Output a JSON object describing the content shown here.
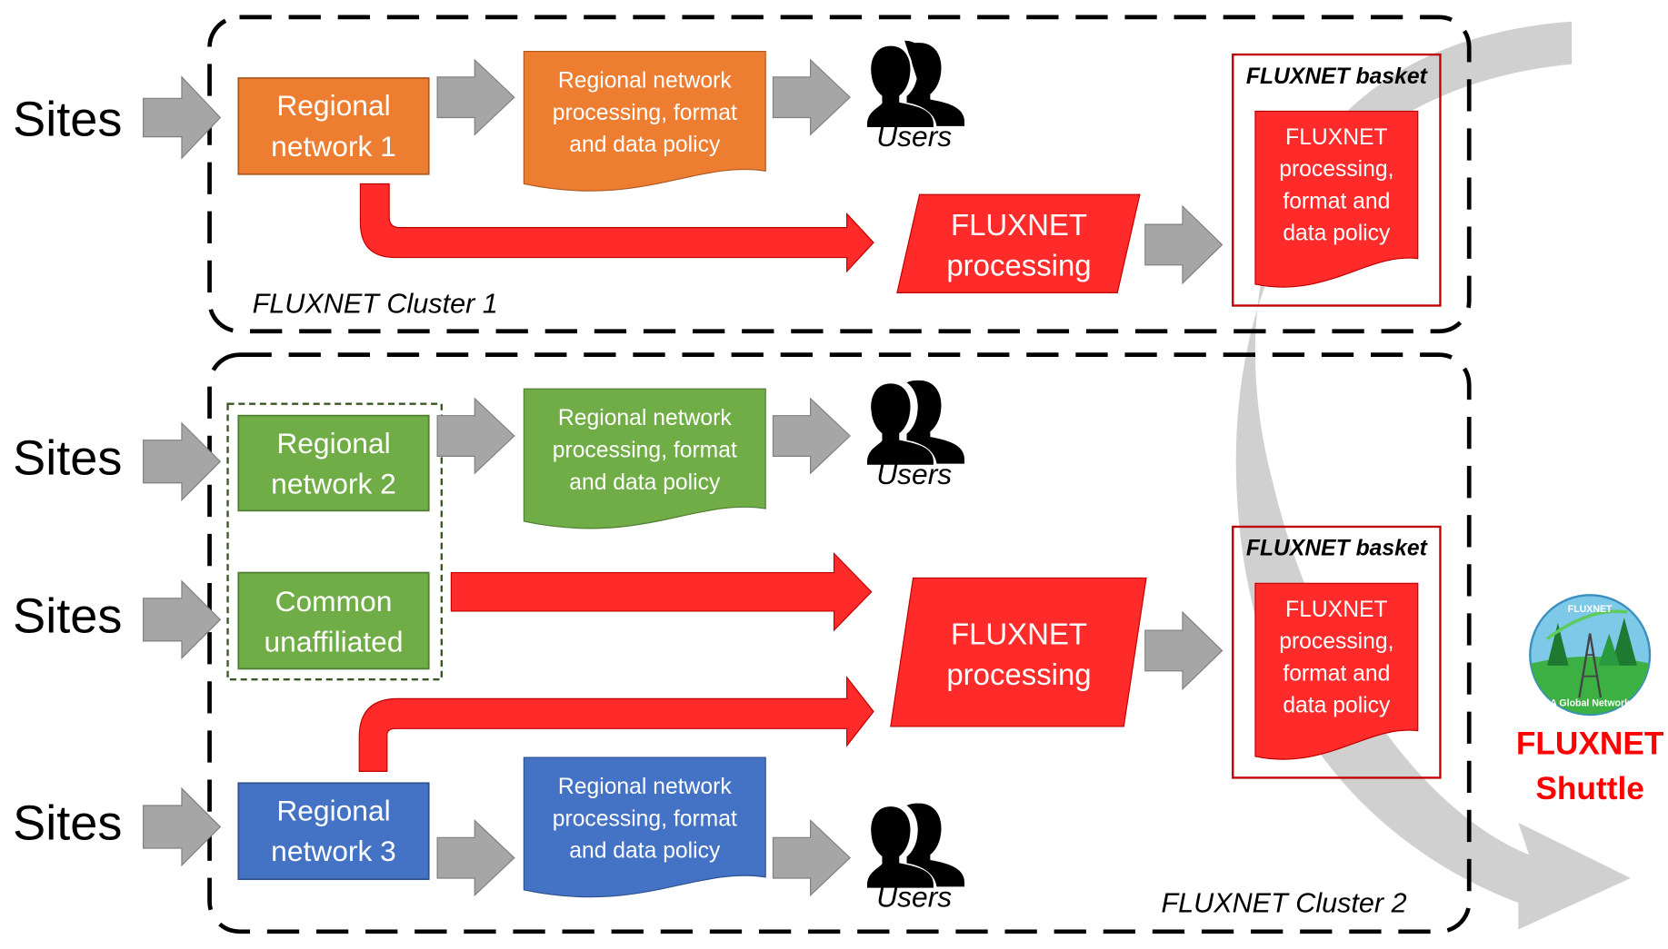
{
  "diagram": {
    "colors": {
      "orange": "#ed7d31",
      "green": "#70ad47",
      "blue": "#4472c4",
      "red": "#ff2a2a",
      "gray_arrow": "#a6a6a6",
      "shuttle_gray": "#d0d0d0",
      "shuttle_text": "#ff0000"
    },
    "sites_label": "Sites",
    "users_label": "Users",
    "cluster1": {
      "label": "FLUXNET Cluster 1",
      "network": {
        "line1": "Regional",
        "line2": "network 1"
      },
      "doc": {
        "line1": "Regional network",
        "line2": "processing, format",
        "line3": "and data policy"
      },
      "processing": {
        "line1": "FLUXNET",
        "line2": "processing"
      },
      "basket": {
        "title": "FLUXNET basket",
        "line1": "FLUXNET",
        "line2": "processing,",
        "line3": "format and",
        "line4": "data policy"
      }
    },
    "cluster2": {
      "label": "FLUXNET Cluster 2",
      "network2": {
        "line1": "Regional",
        "line2": "network 2"
      },
      "common": {
        "line1": "Common",
        "line2": "unaffiliated"
      },
      "network3": {
        "line1": "Regional",
        "line2": "network 3"
      },
      "doc2": {
        "line1": "Regional network",
        "line2": "processing, format",
        "line3": "and data policy"
      },
      "doc3": {
        "line1": "Regional network",
        "line2": "processing, format",
        "line3": "and data policy"
      },
      "processing": {
        "line1": "FLUXNET",
        "line2": "processing"
      },
      "basket": {
        "title": "FLUXNET basket",
        "line1": "FLUXNET",
        "line2": "processing,",
        "line3": "format and",
        "line4": "data policy"
      }
    },
    "shuttle": {
      "line1": "FLUXNET",
      "line2": "Shuttle",
      "logo_top": "FLUXNET",
      "logo_bottom": "A Global Network"
    }
  }
}
